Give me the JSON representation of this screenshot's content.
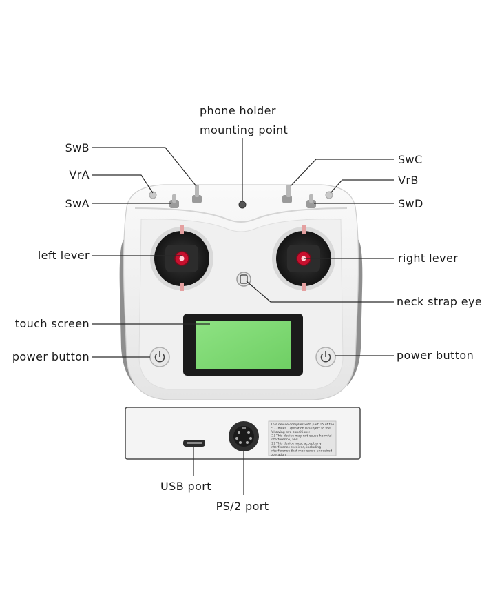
{
  "callouts": {
    "phone_holder": [
      "phone holder",
      "mounting point"
    ],
    "swb": "SwB",
    "vra": "VrA",
    "swa": "SwA",
    "swc": "SwC",
    "vrb": "VrB",
    "swd": "SwD",
    "left_lever": "left lever",
    "right_lever": "right lever",
    "neck_strap": "neck strap eye",
    "touch_screen": "touch screen",
    "power_left": "power button",
    "power_right": "power button",
    "usb_port": "USB port",
    "ps2_port": "PS/2 port"
  },
  "fcc_label": [
    "This device complies with part 15 of the",
    "FCC Rules. Operation is subject to the",
    "following two conditions:",
    "(1) This device may not cause harmful",
    "interference, and",
    "(2) This device must accept any",
    "interference received, including",
    "interference that may cause undesired",
    "operation."
  ],
  "colors": {
    "body": "#f2f2f2",
    "grip": "#8e8e8e",
    "screen": "#7fdc73",
    "gimbal": "#1e1e1e",
    "lever_tip": "#c8102e"
  }
}
